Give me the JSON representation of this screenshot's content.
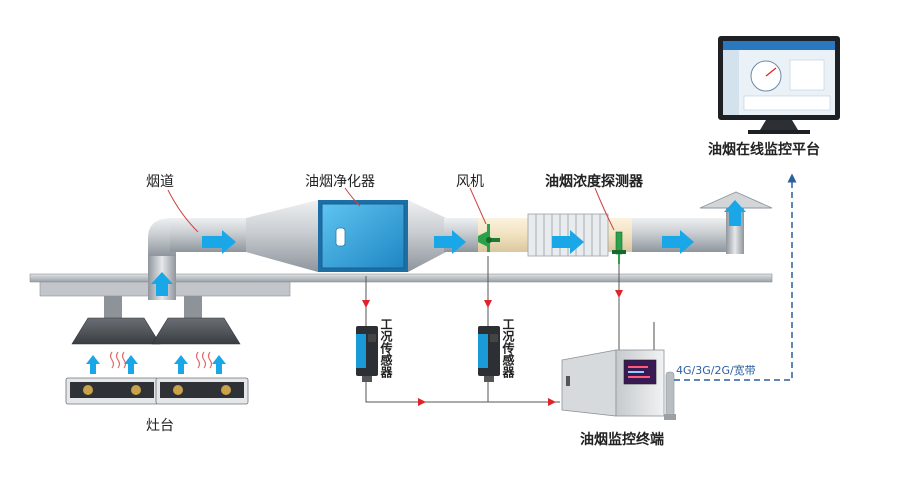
{
  "labels": {
    "flue": "烟道",
    "purifier": "油烟净化器",
    "fan": "风机",
    "concentration_sensor": "油烟浓度探测器",
    "platform": "油烟在线监控平台",
    "condition_sensor_1": "工况传感器",
    "condition_sensor_2": "工况传感器",
    "network": "4G/3G/2G/宽带",
    "terminal": "油烟监控终端",
    "stove": "灶台"
  },
  "colors": {
    "duct": "#c9cdd1",
    "duct_dark": "#8e959c",
    "purifier": "#2f9fd8",
    "arrow": "#1aa7e8",
    "signal": "#e0222a",
    "link": "#2a5f9e",
    "fan": "#2aa14a",
    "label": "#222222"
  },
  "icons": {
    "monitor": "monitor-icon",
    "sensor": "sensor-box-icon",
    "terminal": "cabinet-icon",
    "hood": "range-hood-icon",
    "stove": "gas-stove-icon",
    "steam": "steam-icon"
  }
}
